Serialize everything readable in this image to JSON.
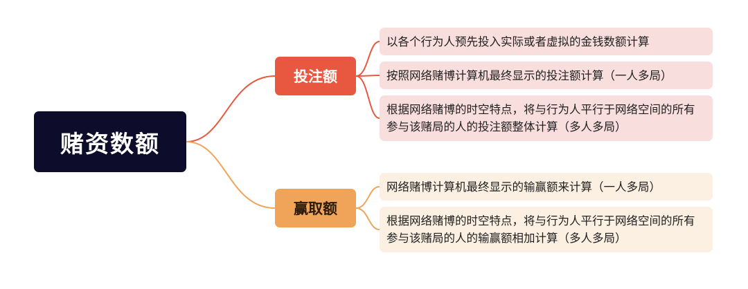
{
  "root": {
    "label": "赌资数额"
  },
  "branches": [
    {
      "label": "投注额",
      "color": "#e8573f",
      "leaf_color": "#f9dede",
      "leaves": [
        "以各个行为人预先投入实际或者虚拟的金钱数额计算",
        "按照网络赌博计算机最终显示的投注额计算（一人多局）",
        "根据网络赌博的时空特点，将与行为人平行于网络空间的所有参与该赌局的人的投注额整体计算（多人多局）"
      ]
    },
    {
      "label": "赢取额",
      "color": "#f0a45a",
      "leaf_color": "#fcf0e2",
      "leaves": [
        "网络赌博计算机最终显示的输赢额来计算（一人多局）",
        "根据网络赌博的时空特点，将与行为人平行于网络空间的所有参与该赌局的人的输赢额相加计算（多人多局）"
      ]
    }
  ]
}
